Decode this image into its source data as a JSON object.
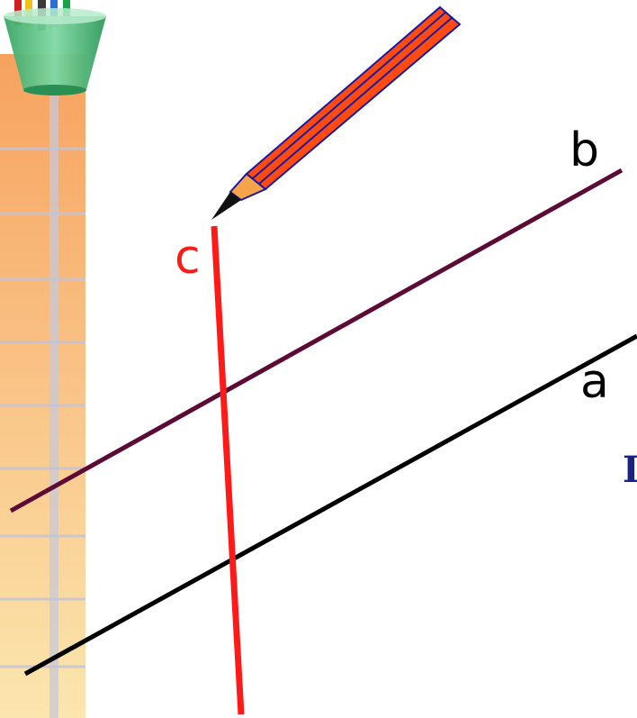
{
  "labels": {
    "line_a": "a",
    "line_b": "b",
    "line_c": "c",
    "edge_glyph": "I"
  },
  "colors": {
    "line_a": "#000000",
    "line_b": "#5c0a36",
    "line_c": "#ff1a1a",
    "label_c": "#ff1a1a",
    "edge_glyph": "#1a237e",
    "pencil_body": "#ff4a12",
    "pencil_wood": "#f5a44a",
    "pencil_outline": "#1a1aa0",
    "pencil_tip": "#111111",
    "ruler_gradient_top": "#f7a25f",
    "ruler_gradient_bottom": "#fbe6ae",
    "cup": "#37b06a"
  },
  "icons": {
    "pencil": "pencil-icon",
    "pencil_cup": "pencil-cup-icon"
  }
}
